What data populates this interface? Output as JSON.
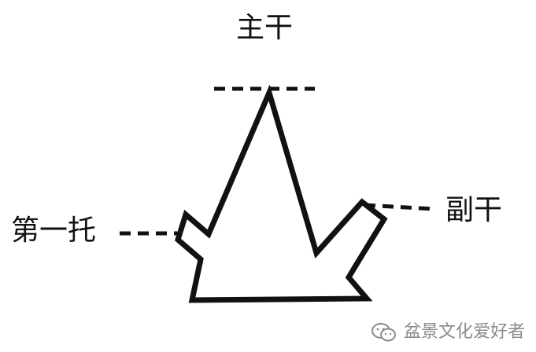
{
  "labels": {
    "main_trunk": "主干",
    "first_branch": "第一托",
    "sub_trunk": "副干"
  },
  "watermark": {
    "text": "盆景文化爱好者",
    "icon": "wechat-icon"
  },
  "colors": {
    "line": "#111111",
    "watermark": "#8a8a8a"
  }
}
